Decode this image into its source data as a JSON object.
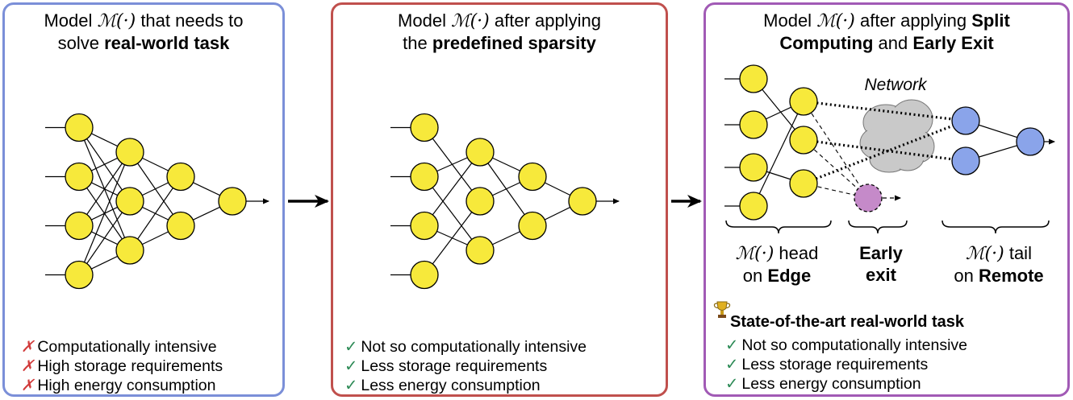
{
  "panels": [
    {
      "title": {
        "pre": "Model ",
        "symbol": "ℳ(·)",
        "mid": " that needs to",
        "pre2": "solve ",
        "bold": "real-world task"
      },
      "items": [
        {
          "mark": "✗",
          "text": "Computationally intensive"
        },
        {
          "mark": "✗",
          "text": "High storage requirements"
        },
        {
          "mark": "✗",
          "text": "High energy consumption"
        }
      ]
    },
    {
      "title": {
        "pre": "Model ",
        "symbol": "ℳ(·)",
        "mid": " after applying",
        "pre2": "the ",
        "bold": "predefined sparsity"
      },
      "items": [
        {
          "mark": "✓",
          "text": "Not so computationally intensive"
        },
        {
          "mark": "✓",
          "text": "Less storage requirements"
        },
        {
          "mark": "✓",
          "text": "Less energy consumption"
        }
      ]
    },
    {
      "title": {
        "pre": "Model ",
        "symbol": "ℳ(·)",
        "mid": " after applying ",
        "bold1": "Split",
        "bold2": "Computing",
        "and": " and ",
        "bold3": "Early Exit"
      },
      "network_label": "Network",
      "segments": {
        "head": {
          "symbol": "ℳ(·)",
          "text": " head",
          "on": "on ",
          "bold": "Edge"
        },
        "exit": {
          "line1": "Early",
          "line2": "exit"
        },
        "tail": {
          "symbol": "ℳ(·)",
          "text": " tail",
          "on": "on ",
          "bold": "Remote"
        }
      },
      "subhead": "State-of-the-art real-world task",
      "trophy_icon": "trophy-icon",
      "items": [
        {
          "mark": "✓",
          "text": "Not so computationally intensive"
        },
        {
          "mark": "✓",
          "text": "Less storage requirements"
        },
        {
          "mark": "✓",
          "text": "Less energy consumption"
        }
      ]
    }
  ],
  "colors": {
    "panel1_border": "#7b8fd8",
    "panel2_border": "#c0504d",
    "panel3_border": "#a15ab5",
    "neuron": "#f7e93b",
    "remote_neuron": "#8aa4ea",
    "exit_neuron": "#c58ac9",
    "cloud": "#c9c9c9"
  }
}
